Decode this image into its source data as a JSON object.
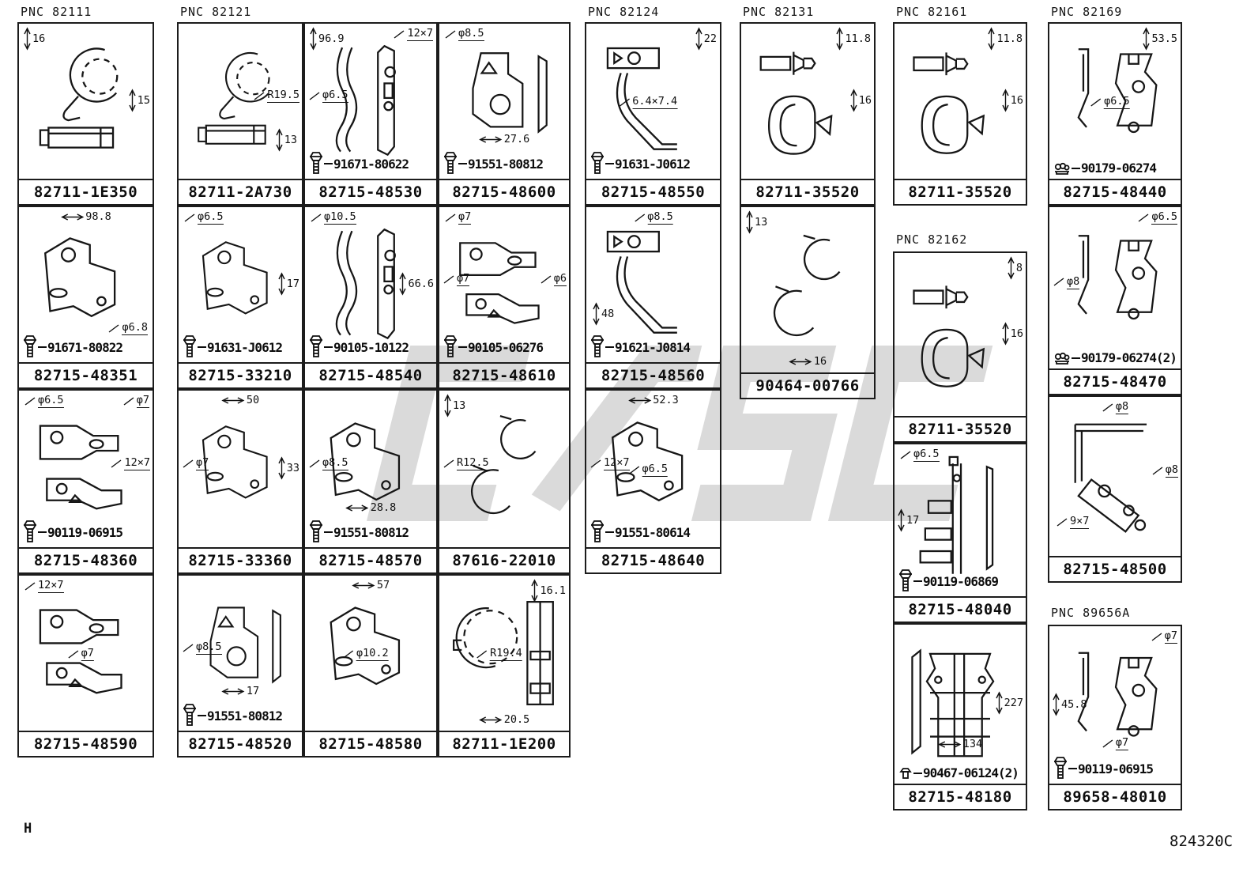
{
  "footer": {
    "sheet_letter": "H",
    "doc_code": "824320C"
  },
  "watermark_color": "#b5b5b5",
  "columns": [
    {
      "pnc": "PNC 82111",
      "cells": [
        {
          "part": "82711-1E350",
          "sketch": "hose-clamp",
          "dims": [
            "16",
            "15"
          ]
        },
        {
          "part": "82715-48351",
          "sketch": "bent-bracket",
          "dims": [
            "98.8",
            "φ6.8"
          ],
          "fastener": {
            "type": "bolt",
            "label": "91671-80822"
          }
        },
        {
          "part": "82715-48360",
          "sketch": "bracket-pair",
          "dims": [
            "φ6.5",
            "φ7",
            "12×7"
          ],
          "fastener": {
            "type": "bolt",
            "label": "90119-06915"
          }
        },
        {
          "part": "82715-48590",
          "sketch": "bracket-pair",
          "dims": [
            "12×7",
            "φ7"
          ]
        }
      ]
    },
    {
      "pnc": "PNC 82121",
      "cells": [
        {
          "part": "82711-2A730",
          "sketch": "hose-clamp",
          "dims": [
            "R19.5",
            "13"
          ]
        },
        {
          "part": "82715-33210",
          "sketch": "bent-bracket",
          "dims": [
            "φ6.5",
            "17"
          ],
          "fastener": {
            "type": "bolt",
            "label": "91631-J0612"
          }
        },
        {
          "part": "82715-33360",
          "sketch": "bent-bracket",
          "dims": [
            "50",
            "φ7",
            "33"
          ]
        },
        {
          "part": "82715-48520",
          "sketch": "plate",
          "dims": [
            "φ8.5",
            "17"
          ],
          "fastener": {
            "type": "bolt",
            "label": "91551-80812"
          }
        }
      ]
    },
    {
      "cells": [
        {
          "part": "82715-48530",
          "sketch": "long-bracket",
          "dims": [
            "96.9",
            "12×7",
            "φ6.5"
          ],
          "fastener": {
            "type": "bolt",
            "label": "91671-80622"
          }
        },
        {
          "part": "82715-48540",
          "sketch": "long-bracket",
          "dims": [
            "φ10.5",
            "66.6"
          ],
          "fastener": {
            "type": "bolt",
            "label": "90105-10122"
          }
        },
        {
          "part": "82715-48570",
          "sketch": "bent-bracket",
          "dims": [
            "φ8.5",
            "28.8"
          ],
          "fastener": {
            "type": "bolt",
            "label": "91551-80812"
          }
        },
        {
          "part": "82715-48580",
          "sketch": "bent-bracket",
          "dims": [
            "57",
            "φ10.2"
          ]
        }
      ]
    },
    {
      "cells": [
        {
          "part": "82715-48600",
          "sketch": "plate",
          "dims": [
            "φ8.5",
            "27.6"
          ],
          "fastener": {
            "type": "bolt",
            "label": "91551-80812"
          }
        },
        {
          "part": "82715-48610",
          "sketch": "bracket-pair",
          "dims": [
            "φ7",
            "φ7",
            "φ6"
          ],
          "fastener": {
            "type": "bolt",
            "label": "90105-06276"
          }
        },
        {
          "part": "87616-22010",
          "sketch": "hook-wire",
          "dims": [
            "13",
            "R12.5"
          ]
        },
        {
          "part": "82711-1E200",
          "sketch": "clamp-rail",
          "dims": [
            "16.1",
            "R19.4",
            "20.5"
          ]
        }
      ]
    },
    {
      "pnc": "PNC 82124",
      "cells": [
        {
          "part": "82715-48550",
          "sketch": "rod-bracket",
          "dims": [
            "22",
            "6.4×7.4"
          ],
          "fastener": {
            "type": "bolt",
            "label": "91631-J0612"
          }
        },
        {
          "part": "82715-48560",
          "sketch": "rod-bracket",
          "dims": [
            "φ8.5",
            "48"
          ],
          "fastener": {
            "type": "bolt",
            "label": "91621-J0814"
          }
        },
        {
          "part": "82715-48640",
          "sketch": "bent-bracket",
          "dims": [
            "52.3",
            "12×7",
            "φ6.5"
          ],
          "fastener": {
            "type": "bolt",
            "label": "91551-80614"
          }
        }
      ]
    },
    {
      "pnc": "PNC 82131",
      "cells": [
        {
          "part": "82711-35520",
          "sketch": "edge-clip",
          "dims": [
            "11.8",
            "16"
          ]
        },
        {
          "part": "90464-00766",
          "sketch": "hook-wire",
          "dims": [
            "13",
            "16"
          ]
        }
      ]
    },
    {
      "pnc": "PNC 82161",
      "cells": [
        {
          "part": "82711-35520",
          "sketch": "edge-clip",
          "dims": [
            "11.8",
            "16"
          ]
        },
        {
          "part": "82711-35520",
          "pnc": "PNC 82162",
          "sketch": "edge-clip",
          "dims": [
            "8",
            "16"
          ]
        },
        {
          "part": "82715-48040",
          "sketch": "tall-rail",
          "dims": [
            "φ6.5",
            "17"
          ],
          "fastener": {
            "type": "bolt",
            "label": "90119-06869"
          }
        },
        {
          "part": "82715-48180",
          "sketch": "shield",
          "dims": [
            "227",
            "134"
          ],
          "fastener": {
            "type": "clip",
            "label": "90467-06124(2)"
          }
        }
      ]
    },
    {
      "pnc": "PNC 82169",
      "cells": [
        {
          "part": "82715-48440",
          "sketch": "hook-pair",
          "dims": [
            "53.5",
            "φ6.5"
          ],
          "fastener": {
            "type": "nut",
            "label": "90179-06274"
          }
        },
        {
          "part": "82715-48470",
          "sketch": "hook-pair",
          "dims": [
            "φ6.5",
            "φ8"
          ],
          "fastener": {
            "type": "nut",
            "label": "90179-06274(2)"
          }
        },
        {
          "part": "82715-48500",
          "sketch": "angle-rod",
          "dims": [
            "φ8",
            "φ8",
            "9×7"
          ]
        },
        {
          "part": "89658-48010",
          "pnc": "PNC 89656A",
          "sketch": "hook-pair",
          "dims": [
            "φ7",
            "45.8",
            "φ7"
          ],
          "fastener": {
            "type": "bolt",
            "label": "90119-06915"
          }
        }
      ]
    }
  ]
}
